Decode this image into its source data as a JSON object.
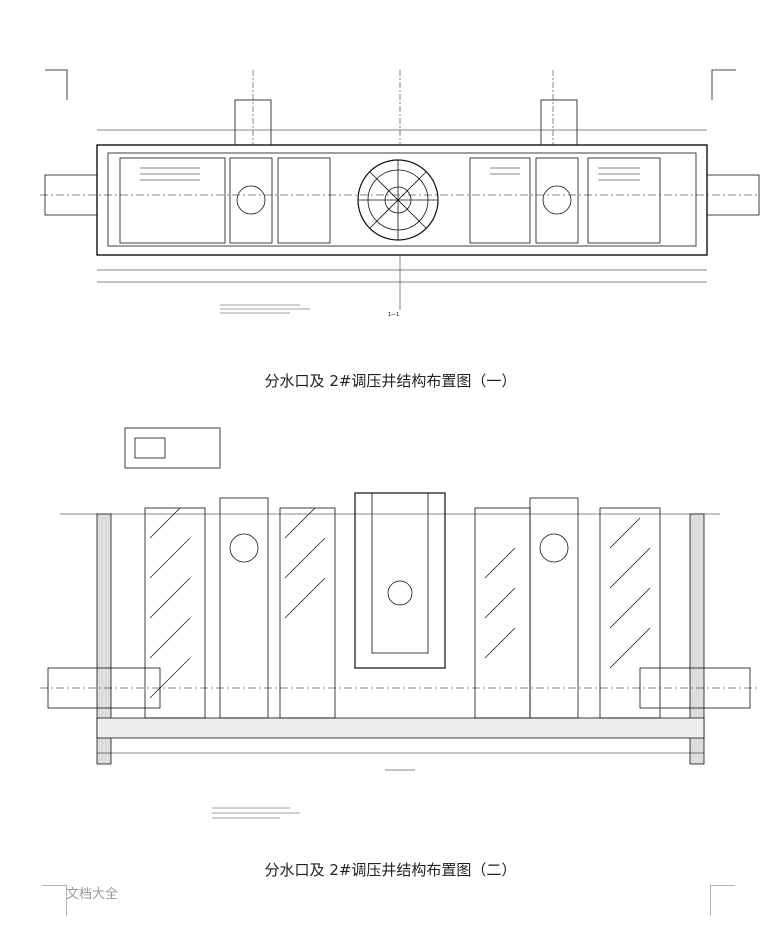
{
  "captions": {
    "figure_1": "分水口及 2#调压井结构布置图（一）",
    "figure_2": "分水口及 2#调压井结构布置图（二）"
  },
  "footer": {
    "label": "文档大全"
  },
  "drawing_1": {
    "section_mark": "1—1"
  },
  "colors": {
    "line": "#111111",
    "hatch": "#555555",
    "caption": "#222222",
    "footer": "#9a9a9a"
  }
}
